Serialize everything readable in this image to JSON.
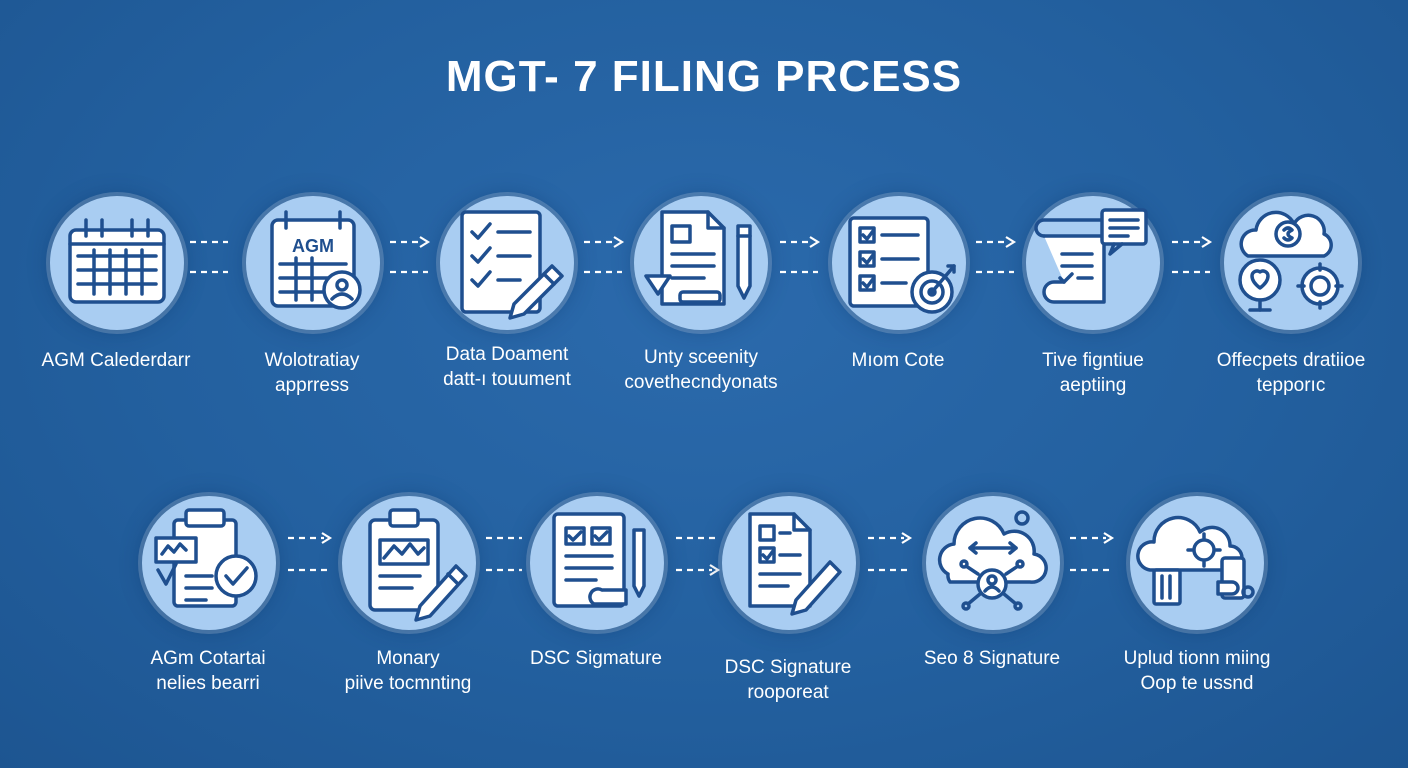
{
  "title": "MGT- 7 FILING PRCESS",
  "colors": {
    "background": "#23609f",
    "circle_fill": "#a9cdf2",
    "icon_stroke": "#1f4f8f",
    "text": "#ffffff"
  },
  "row1": [
    {
      "icon": "calendar-icon",
      "lines": [
        "AGM Calederdarr"
      ]
    },
    {
      "icon": "agm-calendar-icon",
      "lines": [
        "Wolotratiay",
        "apprress"
      ]
    },
    {
      "icon": "checklist-pen-icon",
      "lines": [
        "Data Doament",
        "datt-ı touument"
      ]
    },
    {
      "icon": "document-pen-icon",
      "lines": [
        "Unty sceenity",
        "covethecndyonats"
      ]
    },
    {
      "icon": "checklist-target-icon",
      "lines": [
        "Mıom Cote"
      ]
    },
    {
      "icon": "scroll-chat-icon",
      "lines": [
        "Tive figntiue",
        "aeptiing"
      ]
    },
    {
      "icon": "cloud-gears-icon",
      "lines": [
        "Offecpets dratiioe",
        "tepporıc"
      ]
    }
  ],
  "row2": [
    {
      "icon": "document-check-icon",
      "lines": [
        "AGm Cotartai",
        "nelies bearri"
      ]
    },
    {
      "icon": "clipboard-pen-icon",
      "lines": [
        "Monary",
        "piive tocmnting"
      ]
    },
    {
      "icon": "form-pen-icon",
      "lines": [
        "DSC Sigmature"
      ]
    },
    {
      "icon": "document-sign-icon",
      "lines": [
        "DSC Signature",
        "rooporeat"
      ]
    },
    {
      "icon": "cloud-network-icon",
      "lines": [
        "Seo 8 Signature"
      ]
    },
    {
      "icon": "cloud-upload-icon",
      "lines": [
        "Uplud tionn miing",
        "Oop te ussnd"
      ]
    }
  ]
}
